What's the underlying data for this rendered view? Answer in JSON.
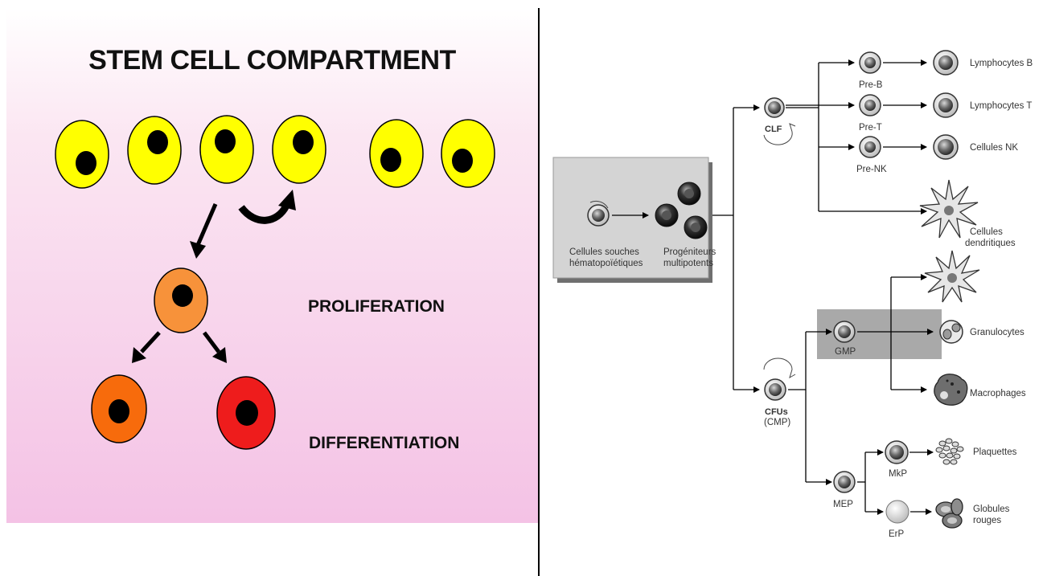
{
  "left": {
    "title": "STEM CELL COMPARTMENT",
    "label_proliferation": "PROLIFERATION",
    "label_differentiation": "DIFFERENTIATION",
    "colors": {
      "stem_cell": "#ffff00",
      "progenitor": "#f7923a",
      "orange_cell": "#f76b0c",
      "red_cell": "#ee1c1c",
      "nucleus": "#000000"
    }
  },
  "right": {
    "box_labels": [
      "Cellules souches",
      "hématopoïétiques",
      "Progéniteurs",
      "multipotents"
    ],
    "clf": "CLF",
    "cfus": "CFUs",
    "cmp": "(CMP)",
    "gmp": "GMP",
    "mep": "MEP",
    "pre_b": "Pre-B",
    "pre_t": "Pre-T",
    "pre_nk": "Pre-NK",
    "mkp": "MkP",
    "erp": "ErP",
    "lymphocytes_b": "Lymphocytes B",
    "lymphocytes_t": "Lymphocytes T",
    "cellules_nk": "Cellules NK",
    "cellules_dendritiques": [
      "Cellules",
      "dendritiques"
    ],
    "granulocytes": "Granulocytes",
    "macrophages": "Macrophages",
    "plaquettes": "Plaquettes",
    "globules_rouges": [
      "Globules",
      "rouges"
    ]
  }
}
